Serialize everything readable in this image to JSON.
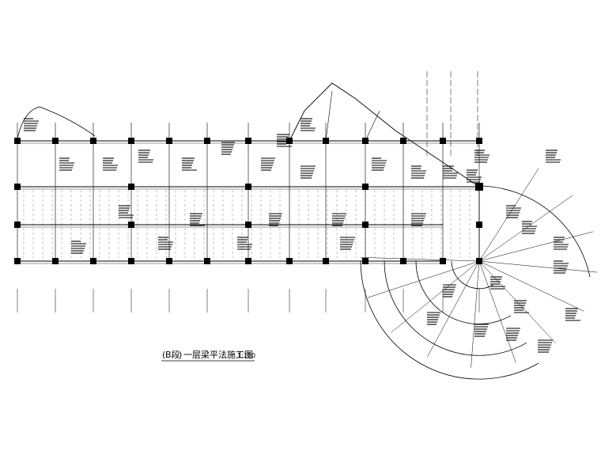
{
  "drawing": {
    "title_zone": "B段",
    "title_main": "一层梁平法施工图",
    "title_scale": "1:100"
  },
  "colors": {
    "line": "#000000",
    "background": "#ffffff"
  }
}
